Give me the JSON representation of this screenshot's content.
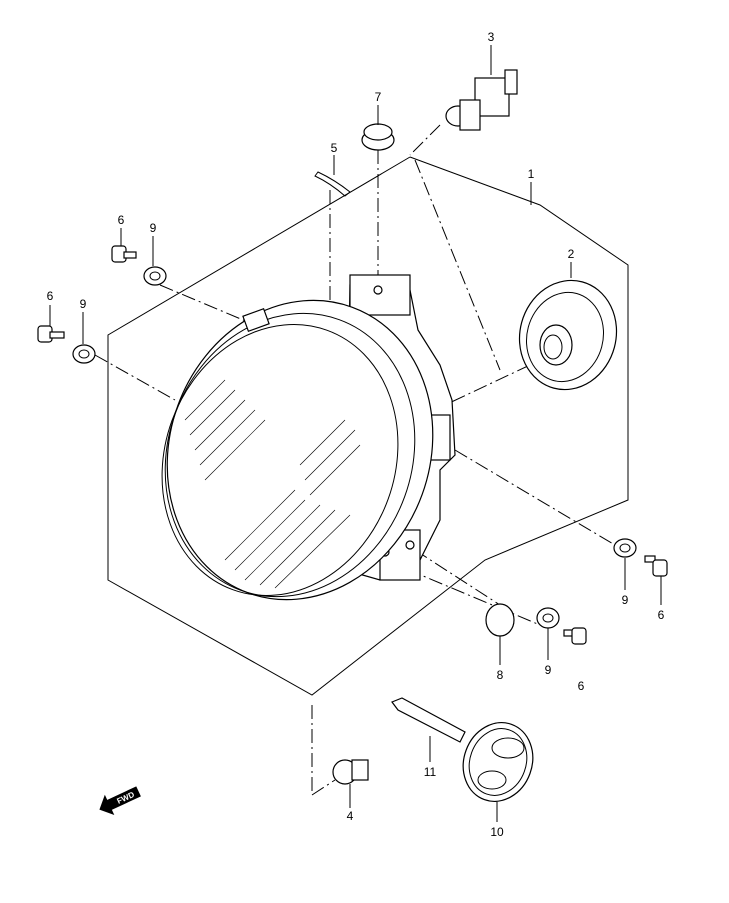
{
  "callouts": [
    {
      "id": "c1",
      "text": "1"
    },
    {
      "id": "c2",
      "text": "2"
    },
    {
      "id": "c3",
      "text": "3"
    },
    {
      "id": "c4",
      "text": "4"
    },
    {
      "id": "c5",
      "text": "5"
    },
    {
      "id": "c6a",
      "text": "6"
    },
    {
      "id": "c6b",
      "text": "6"
    },
    {
      "id": "c6c",
      "text": "6"
    },
    {
      "id": "c6d",
      "text": "6"
    },
    {
      "id": "c7",
      "text": "7"
    },
    {
      "id": "c8",
      "text": "8"
    },
    {
      "id": "c9a",
      "text": "9"
    },
    {
      "id": "c9b",
      "text": "9"
    },
    {
      "id": "c9c",
      "text": "9"
    },
    {
      "id": "c9d",
      "text": "9"
    },
    {
      "id": "c10",
      "text": "10"
    },
    {
      "id": "c11",
      "text": "11"
    }
  ],
  "direction_marker": {
    "text": "FWD",
    "icon": "forward-arrow-icon"
  }
}
